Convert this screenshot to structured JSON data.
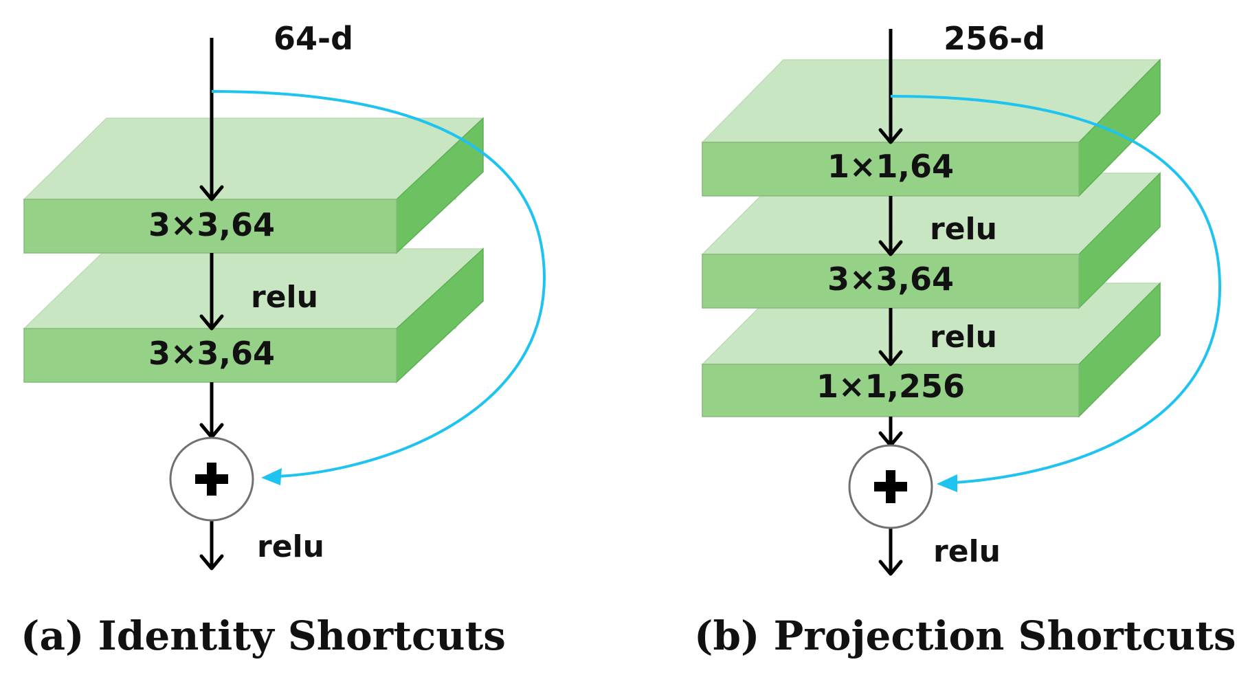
{
  "diagrams": [
    {
      "id": "a",
      "input_dim": "64-d",
      "layers": [
        "3×3,64",
        "3×3,64"
      ],
      "relus": [
        "relu",
        "relu"
      ],
      "sum_symbol": "+",
      "caption": "(a) Identity Shortcuts"
    },
    {
      "id": "b",
      "input_dim": "256-d",
      "layers": [
        "1×1,64",
        "3×3,64",
        "1×1,256"
      ],
      "relus": [
        "relu",
        "relu",
        "relu"
      ],
      "sum_symbol": "+",
      "caption": "(b) Projection Shortcuts"
    }
  ],
  "colors": {
    "layer_top": "#c8e6c2",
    "layer_front": "#96d188",
    "layer_side": "#6cc261",
    "shortcut": "#1ec3ef",
    "arrow": "#000000"
  }
}
